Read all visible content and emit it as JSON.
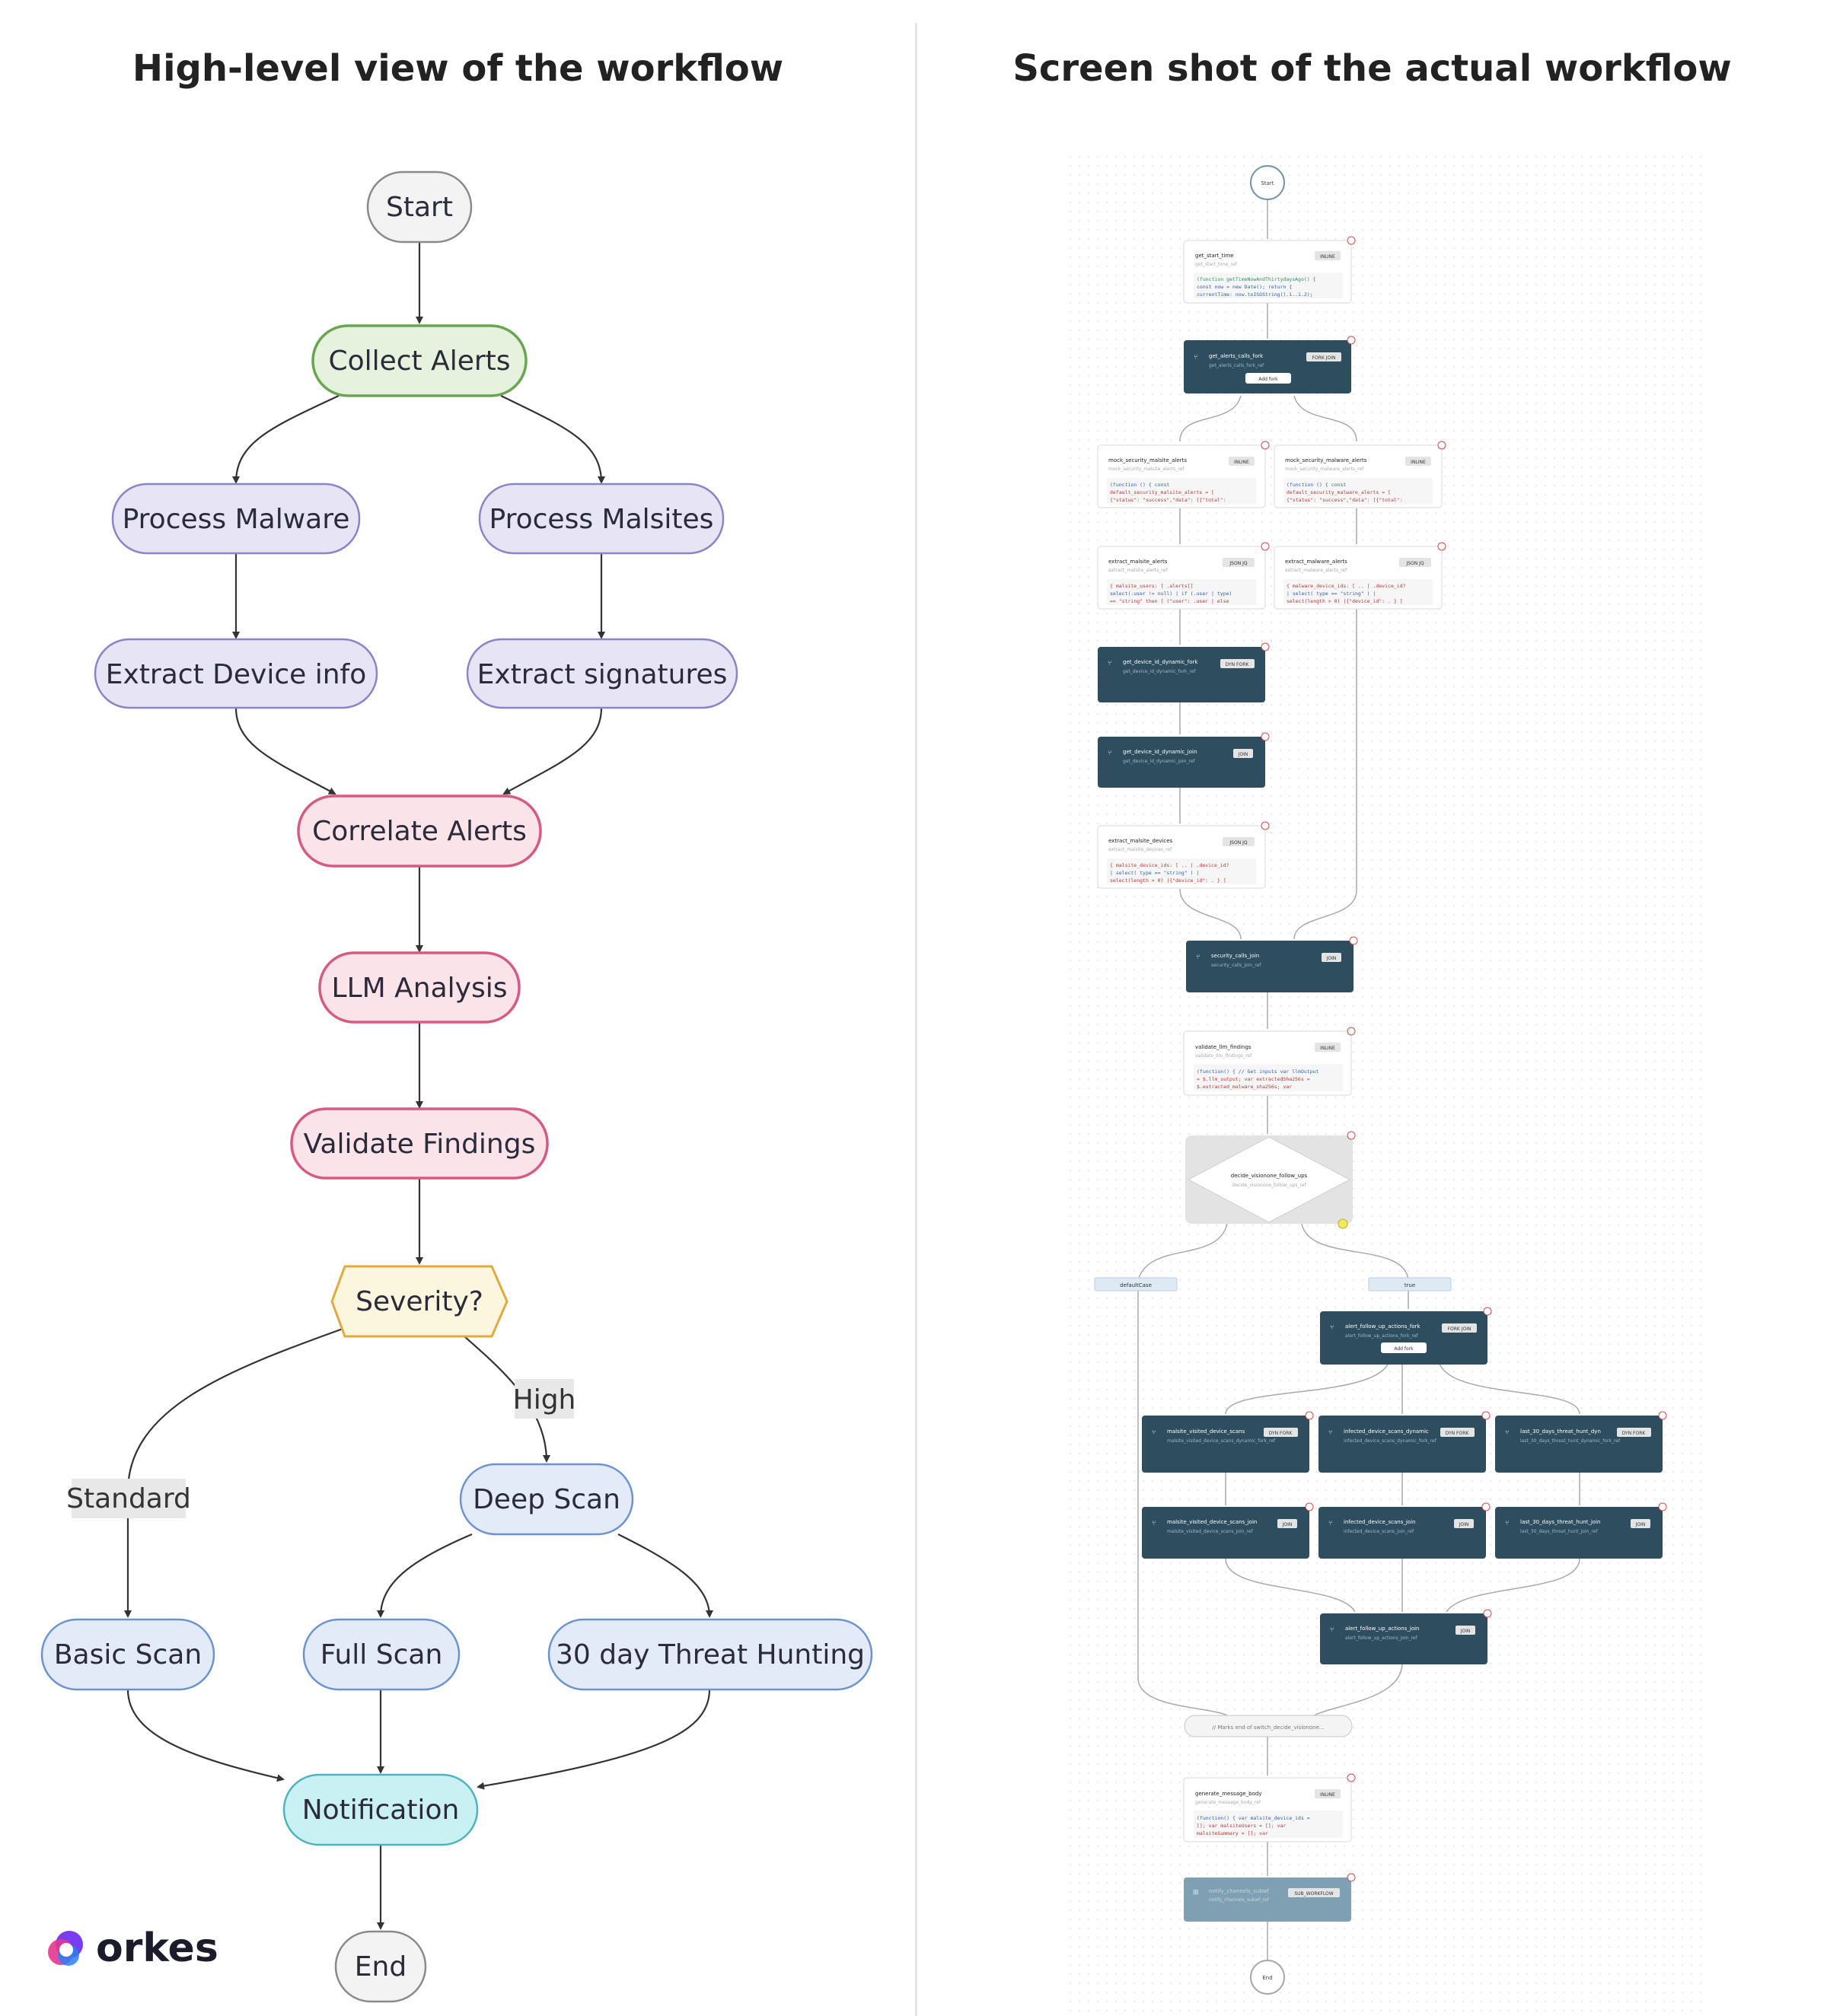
{
  "titles": {
    "left": "High-level view of the workflow",
    "right": "Screen shot of the actual workflow"
  },
  "logo": {
    "text": "orkes"
  },
  "flow": {
    "nodes": [
      {
        "id": "start",
        "label": "Start"
      },
      {
        "id": "collect",
        "label": "Collect Alerts"
      },
      {
        "id": "malware",
        "label": "Process Malware"
      },
      {
        "id": "malsites",
        "label": "Process Malsites"
      },
      {
        "id": "device",
        "label": "Extract Device info"
      },
      {
        "id": "signatures",
        "label": "Extract signatures"
      },
      {
        "id": "correlate",
        "label": "Correlate Alerts"
      },
      {
        "id": "llm",
        "label": "LLM Analysis"
      },
      {
        "id": "validate",
        "label": "Validate Findings"
      },
      {
        "id": "severity",
        "label": "Severity?"
      },
      {
        "id": "deep",
        "label": "Deep Scan"
      },
      {
        "id": "basic",
        "label": "Basic Scan"
      },
      {
        "id": "full",
        "label": "Full Scan"
      },
      {
        "id": "threat",
        "label": "30 day Threat Hunting"
      },
      {
        "id": "notification",
        "label": "Notification"
      },
      {
        "id": "end",
        "label": "End"
      }
    ],
    "edge_labels": {
      "high": "High",
      "standard": "Standard"
    },
    "colors": {
      "neutral_fill": "#f3f3f3",
      "neutral_stroke": "#8a8a8a",
      "green_fill": "#e6f2de",
      "green_stroke": "#6aa552",
      "purple_fill": "#e6e4f5",
      "purple_stroke": "#8a84c9",
      "pink_fill": "#fbe3ea",
      "pink_stroke": "#d65a82",
      "yellow_fill": "#fdf6df",
      "yellow_stroke": "#e3a93c",
      "blue_fill": "#e3ebf8",
      "blue_stroke": "#6d93cf",
      "cyan_fill": "#c9f1f3",
      "cyan_stroke": "#4fb3bd"
    }
  },
  "workflow": {
    "start_label": "Start",
    "end_label": "End",
    "nodes": [
      {
        "id": "get_start_time",
        "title": "get_start_time",
        "ref": "get_start_time_ref",
        "badge": "INLINE",
        "code": [
          "(function getTimeNowAndThirtydaysAgo() {",
          "const now = new Date(); return {",
          "currentTime: now.toISOString().1..1.2);"
        ]
      },
      {
        "id": "get_alerts_calls_fork",
        "title": "get_alerts_calls_fork",
        "ref": "get_alerts_calls_fork_ref",
        "badge": "FORK JOIN",
        "add_fork": "Add fork"
      },
      {
        "id": "mock_security_malsite_alerts",
        "title": "mock_security_malsite_alerts",
        "ref": "mock_security_malsite_alerts_ref",
        "badge": "INLINE",
        "code": [
          "(function () { const",
          "default_security_malsite_alerts = [",
          "{\"status\": \"success\",\"data\": [{\"total\":"
        ]
      },
      {
        "id": "mock_security_malware_alerts",
        "title": "mock_security_malware_alerts",
        "ref": "mock_security_malware_alerts_ref",
        "badge": "INLINE",
        "code": [
          "(function () { const",
          "default_security_malware_alerts = [",
          "{\"status\": \"success\",\"data\": [{\"total\":"
        ]
      },
      {
        "id": "extract_malsite_alerts",
        "title": "extract_malsite_alerts",
        "ref": "extract_malsite_alerts_ref",
        "badge": "JSON JQ",
        "code": [
          "{ malsite_users: [ .alerts[]",
          "select(.user != null) | if (.user | type)",
          "== \"string\" then [ (\"user\": .user | else"
        ]
      },
      {
        "id": "extract_malware_alerts",
        "title": "extract_malware_alerts",
        "ref": "extract_malware_alerts_ref",
        "badge": "JSON JQ",
        "code": [
          "{ malware_device_ids: [ .. | .device_id?",
          "| select( type == \"string\" ) |",
          "select(length > 0) |{\"device_id\": . } ]"
        ]
      },
      {
        "id": "get_device_id_dynamic_fork",
        "title": "get_device_id_dynamic_fork",
        "ref": "get_device_id_dynamic_fork_ref",
        "badge": "DYN FORK"
      },
      {
        "id": "get_device_id_dynamic_join",
        "title": "get_device_id_dynamic_join",
        "ref": "get_device_id_dynamic_join_ref",
        "badge": "JOIN"
      },
      {
        "id": "extract_malsite_devices",
        "title": "extract_malsite_devices",
        "ref": "extract_malsite_devices_ref",
        "badge": "JSON JQ",
        "code": [
          "{ malsite_device_ids: [ .. | .device_id?",
          "| select( type == \"string\" ) |",
          "select(length > 0) |{\"device_id\": . } ]"
        ]
      },
      {
        "id": "security_calls_join",
        "title": "security_calls_join",
        "ref": "security_calls_join_ref",
        "badge": "JOIN"
      },
      {
        "id": "validate_llm_findings",
        "title": "validate_llm_findings",
        "ref": "validate_llm_findings_ref",
        "badge": "INLINE",
        "code": [
          "(function() { // Get inputs var llmOutput",
          "= $.llm_output; var extractedSha256s =",
          "$.extracted_malware_sha256s; var"
        ]
      },
      {
        "id": "decide_visionone_follow_ups",
        "title": "decide_visionone_follow_ups",
        "ref": "decide_visionone_follow_ups_ref"
      },
      {
        "id": "alert_follow_up_actions_fork",
        "title": "alert_follow_up_actions_fork",
        "ref": "alert_follow_up_actions_fork_ref",
        "badge": "FORK JOIN",
        "add_fork": "Add fork"
      },
      {
        "id": "malsite_visited_device_scans",
        "title": "malsite_visited_device_scans",
        "ref": "malsite_visited_device_scans_dynamic_fork_ref",
        "badge": "DYN FORK"
      },
      {
        "id": "infected_device_scans_dynamic",
        "title": "infected_device_scans_dynamic",
        "ref": "infected_device_scans_dynamic_fork_ref",
        "badge": "DYN FORK"
      },
      {
        "id": "last_30_days_threat_hunt_dyn",
        "title": "last_30_days_threat_hunt_dyn",
        "ref": "last_30_days_threat_hunt_dynamic_fork_ref",
        "badge": "DYN FORK"
      },
      {
        "id": "malsite_visited_device_scans_join",
        "title": "malsite_visited_device_scans_join",
        "ref": "malsite_visited_device_scans_join_ref",
        "badge": "JOIN"
      },
      {
        "id": "infected_device_scans_join",
        "title": "infected_device_scans_join",
        "ref": "infected_device_scans_join_ref",
        "badge": "JOIN"
      },
      {
        "id": "last_30_days_threat_hunt_join",
        "title": "last_30_days_threat_hunt_join",
        "ref": "last_30_days_threat_hunt_join_ref",
        "badge": "JOIN"
      },
      {
        "id": "alert_follow_up_actions_join",
        "title": "alert_follow_up_actions_join",
        "ref": "alert_follow_up_actions_join_ref",
        "badge": "JOIN"
      },
      {
        "id": "generate_message_body",
        "title": "generate_message_body",
        "ref": "generate_message_body_ref",
        "badge": "INLINE",
        "code": [
          "(function() { var malsite_device_ids =",
          "[]; var malsiteUsers = []; var",
          "malsiteSummary = []; var"
        ]
      },
      {
        "id": "notify_channels",
        "title": "notify_channels_subwf",
        "ref": "notify_channels_subwf_ref",
        "badge": "SUB_WORKFLOW"
      }
    ],
    "case_labels": {
      "default": "defaultCase",
      "true": "true"
    },
    "switch_end_label": "// Marks end of switch_decide_visionone..."
  }
}
